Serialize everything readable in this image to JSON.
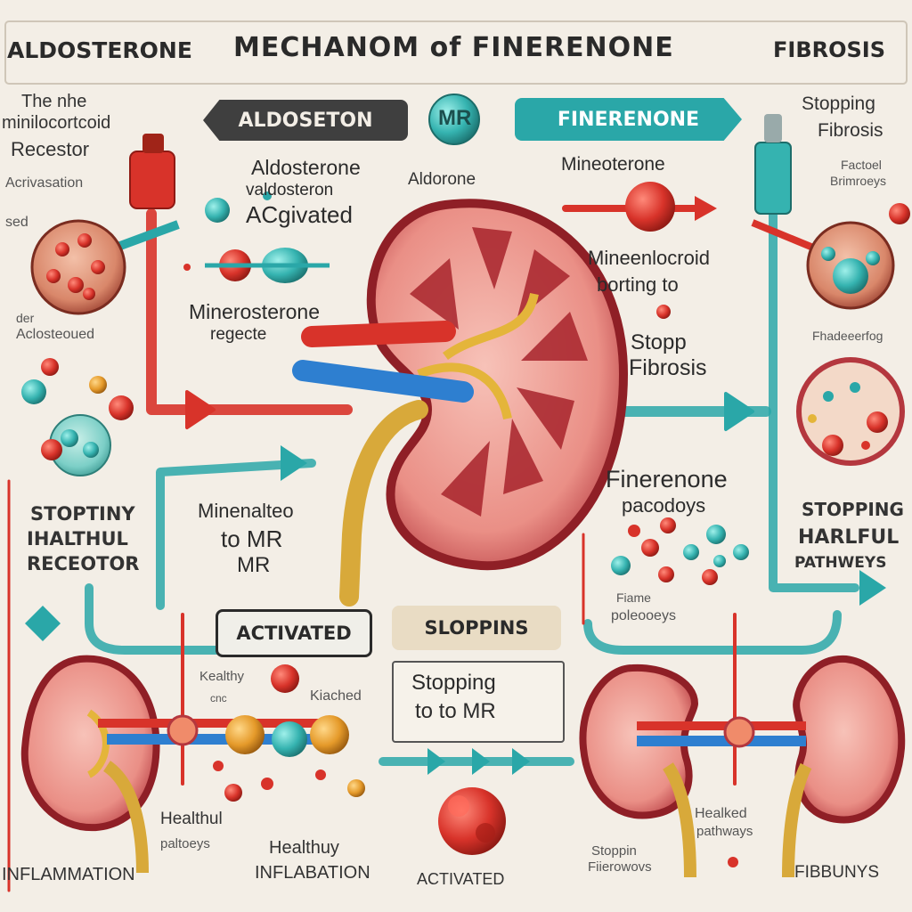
{
  "header": {
    "left_label": "ALDOSTERONE",
    "title": "MECHANOM of FINERENONE",
    "right_label": "FIBROSIS"
  },
  "top_row": {
    "aldosteron_pill": "ALDOSETON",
    "mr_badge": "MR",
    "finerenone_pill": "FINERENONE"
  },
  "left_panel": {
    "receptor_line1": "The  nhe",
    "receptor_line2": "minilocortcoid",
    "receptor_line3": "Recestor",
    "activation_label": "Acrivasation",
    "sed_label": "sed",
    "der_label": "der",
    "aldo_label": "Aclosteoued",
    "stopping_line1": "STOPTINY",
    "stopping_line2": "IHALTHUL",
    "stopping_line3": "RECEOTOR"
  },
  "center_left": {
    "aldosterone_activated_line1": "Aldosterone",
    "aldosterone_activated_line2": "valdosteron",
    "aldosterone_activated_line3": "ACgivated",
    "mineralosterone_line1": "Minerosterone",
    "mineralosterone_line2": "regecte",
    "minerato_line1": "Minenalteo",
    "minerato_line2": "to MR",
    "minerato_line3": "MR"
  },
  "center": {
    "aldosterone_small": "Aldorone",
    "activated_pill": "ACTIVATED",
    "stoppins_pill": "SLOPPINS",
    "stopping_box_line1": "Stopping",
    "stopping_box_line2": "to to MR",
    "activated_bottom": "ACTIVATED"
  },
  "center_right": {
    "minesterone": "Mineoterone",
    "binding_line1": "Mineenlocroid",
    "binding_line2": "borting to",
    "stopp_line1": "Stopp",
    "stopp_line2": "Fibrosis",
    "finerenone_line1": "Finerenone",
    "finerenone_line2": "pacodoys",
    "pathways_small_line1": "Fiame",
    "pathways_small_line2": "poleooeys"
  },
  "right_panel": {
    "stopping_line1": "Stopping",
    "stopping_line2": "Fibrosis",
    "factor_line1": "Factoel",
    "factor_line2": "Brimroeys",
    "thrombo_label": "Fhadeeerfog",
    "harmful_line1": "STOPPING",
    "harmful_line2": "HARLFUL",
    "harmful_line3": "PATHWEYS"
  },
  "bottom": {
    "kealthy": "Kealthy",
    "cnc": "cnc",
    "kiached": "Kiached",
    "healthul_line1": "Healthul",
    "healthul_line2": "paltoeys",
    "healthuy_line1": "Healthuy",
    "healthuy_line2": "INFLABATION",
    "inflammation": "INFLAMMATION",
    "healked_line1": "Healked",
    "healked_line2": "pathways",
    "stopping_small_line1": "Stoppin",
    "stopping_small_line2": "Fiierowovs",
    "fibrosis_bottom": "FIBBUNYS"
  },
  "colors": {
    "red": "#d8332a",
    "teal": "#2aa7a8",
    "blue": "#2e7fd0",
    "gold": "#d8a93a",
    "kidney": "#c9444a",
    "kidney_inner": "#f0a09a",
    "dark_pill": "#3f3f3f"
  }
}
